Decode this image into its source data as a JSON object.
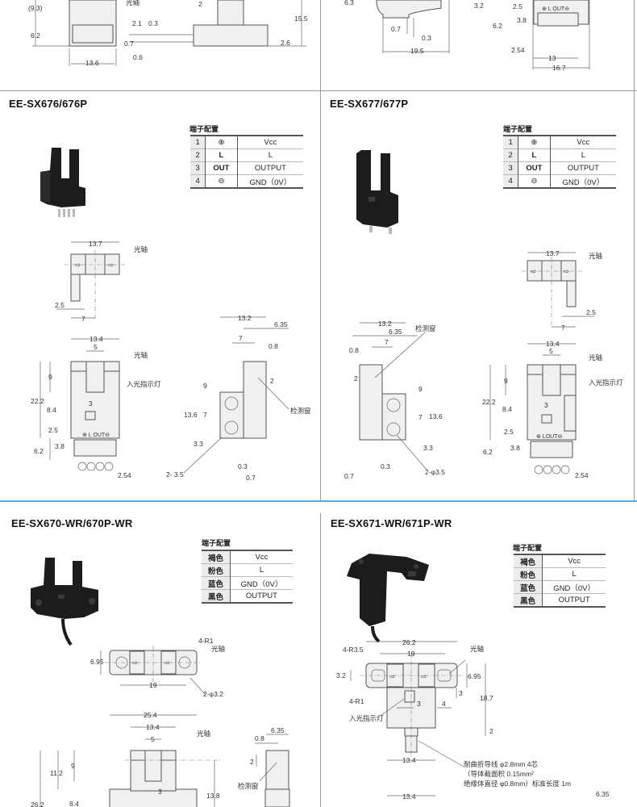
{
  "top_section": {
    "left_dims": [
      "(9.3)",
      "6.2",
      "13.6",
      "光轴",
      "2.1",
      "0.3",
      "0.7",
      "0.6",
      "2",
      "15.5",
      "2.6"
    ],
    "right_dims": [
      "6.3",
      "3.2",
      "0.7",
      "0.3",
      "19.5",
      "2.5",
      "6.2",
      "3.8",
      "2.54",
      "13",
      "16.7"
    ],
    "pin_marks": "⊕ L OUT⊖"
  },
  "sections": [
    {
      "title": "EE-SX676/676P",
      "table_caption": "端子配置",
      "pins": [
        {
          "no": "1",
          "sym": "⊕",
          "name": "Vcc"
        },
        {
          "no": "2",
          "sym": "L",
          "name": "L"
        },
        {
          "no": "3",
          "sym": "OUT",
          "name": "OUTPUT"
        },
        {
          "no": "4",
          "sym": "⊖",
          "name": "GND（0V）"
        }
      ],
      "labels": {
        "optical_axis": "光轴",
        "indicator": "入光指示灯",
        "detect_window": "检测窗",
        "holes": "2- 3.5",
        "pin_marks": "⊕ L OUT⊖"
      },
      "dims_top": [
        "13.7",
        "2.5",
        "7"
      ],
      "dims_front": [
        "13.4",
        "5",
        "9",
        "22.2",
        "3",
        "8.4",
        "2.5",
        "3.8",
        "6.2",
        "2.54"
      ],
      "dims_side": [
        "13.2",
        "6.35",
        "7",
        "0.8",
        "2",
        "9",
        "13.6",
        "7",
        "3.3",
        "0.3",
        "0.7"
      ]
    },
    {
      "title": "EE-SX677/677P",
      "table_caption": "端子配置",
      "pins": [
        {
          "no": "1",
          "sym": "⊕",
          "name": "Vcc"
        },
        {
          "no": "2",
          "sym": "L",
          "name": "L"
        },
        {
          "no": "3",
          "sym": "OUT",
          "name": "OUTPUT"
        },
        {
          "no": "4",
          "sym": "⊖",
          "name": "GND（0V）"
        }
      ],
      "labels": {
        "optical_axis": "光轴",
        "indicator": "入光指示灯",
        "detect_window": "检测窗",
        "holes": "2-φ3.5",
        "pin_marks": "⊕ LOUT⊖"
      },
      "dims_top": [
        "13.7",
        "2.5",
        "7"
      ],
      "dims_front": [
        "13.4",
        "5",
        "9",
        "22.2",
        "3",
        "8.4",
        "2.5",
        "3.8",
        "6.2",
        "2.54"
      ],
      "dims_side": [
        "13.2",
        "6.35",
        "7",
        "0.8",
        "2",
        "9",
        "13.6",
        "7",
        "3.3",
        "0.3",
        "0.7"
      ]
    },
    {
      "title": "EE-SX670-WR/670P-WR",
      "table_caption": "端子配置",
      "wires": [
        {
          "color": "褐色",
          "name": "Vcc"
        },
        {
          "color": "粉色",
          "name": "L"
        },
        {
          "color": "蓝色",
          "name": "GND（0V）"
        },
        {
          "color": "黑色",
          "name": "OUTPUT"
        }
      ],
      "labels": {
        "radius": "4-R1",
        "optical_axis": "光轴",
        "holes": "2-φ3.2",
        "detect_window": "检测窗"
      },
      "dims_top": [
        "6.95",
        "19"
      ],
      "dims_front": [
        "25.4",
        "13.4",
        "5",
        "11.2",
        "9",
        "26.2",
        "8.4",
        "3",
        "13.8"
      ],
      "dims_side": [
        "6.35",
        "0.8",
        "2"
      ]
    },
    {
      "title": "EE-SX671-WR/671P-WR",
      "table_caption": "端子配置",
      "wires": [
        {
          "color": "褐色",
          "name": "Vcc"
        },
        {
          "color": "粉色",
          "name": "L"
        },
        {
          "color": "蓝色",
          "name": "GND（0V）"
        },
        {
          "color": "黑色",
          "name": "OUTPUT"
        }
      ],
      "labels": {
        "radius_outer": "4-R3.5",
        "radius_inner": "4-R1",
        "optical_axis": "光轴",
        "indicator": "入光指示灯"
      },
      "dims_top": [
        "26.2",
        "19",
        "3.2",
        "6.95",
        "3",
        "18.7",
        "3",
        "4",
        "2",
        "13.4",
        "13.4",
        "6.35"
      ],
      "cable_note": [
        "耐曲折导线 φ2.8mm  4芯",
        "（导体截面积 0.15mm²",
        "绝缘体直径 φ0.8mm）标准长度 1m"
      ]
    }
  ]
}
